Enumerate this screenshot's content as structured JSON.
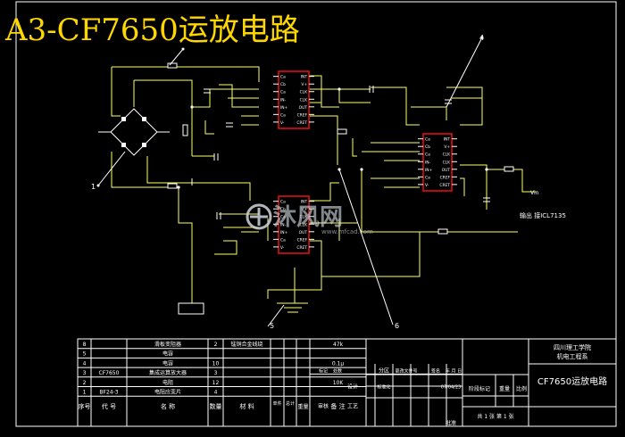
{
  "title": "A3-CF7650运放电路",
  "callouts": [
    "1",
    "4",
    "5",
    "6"
  ],
  "labels": {
    "output_note": "输出 接ICL7135",
    "vin": "Vin"
  },
  "chips": {
    "top": {
      "left_pins": [
        "Ca",
        "Cb",
        "Ca",
        "IN-",
        "IN+",
        "Ca",
        "V-"
      ],
      "right_pins": [
        "INT",
        "V+",
        "CLK",
        "CLK",
        "OUT",
        "CREF",
        "CRET"
      ]
    },
    "right": {
      "left_pins": [
        "Ca",
        "Cb",
        "Ca",
        "IN-",
        "IN+",
        "Ca",
        "V-"
      ],
      "right_pins": [
        "INT",
        "V+",
        "CLK",
        "CLK",
        "OUT",
        "CREF",
        "CRET"
      ]
    },
    "bottom": {
      "left_pins": [
        "Ca",
        "Cb",
        "Ca",
        "IN-",
        "IN+",
        "Ca",
        "V-"
      ],
      "right_pins": [
        "INT",
        "V+",
        "CLK",
        "CLK",
        "OUT",
        "CREF",
        "CRET"
      ]
    }
  },
  "watermark": {
    "brand": "沐风网",
    "url": "www.mfcad.com"
  },
  "title_block": {
    "rows": [
      {
        "no": "8",
        "code": "",
        "name": "滑板变阻器",
        "qty": "2",
        "material": "锰铜合金线绕",
        "note": "47k"
      },
      {
        "no": "5",
        "code": "",
        "name": "电容",
        "qty": "",
        "material": "",
        "note": ""
      },
      {
        "no": "4",
        "code": "",
        "name": "电容",
        "qty": "10",
        "material": "",
        "note": "0.1μ"
      },
      {
        "no": "3",
        "code": "CF7650",
        "name": "集成运算放大器",
        "qty": "3",
        "material": "",
        "note": ""
      },
      {
        "no": "2",
        "code": "",
        "name": "电阻",
        "qty": "12",
        "material": "",
        "note": "10K"
      },
      {
        "no": "1",
        "code": "BF24-3",
        "name": "电阻应变片",
        "qty": "4",
        "material": "",
        "note": ""
      }
    ],
    "header": {
      "no": "序号",
      "code": "代  号",
      "name": "名  称",
      "qty": "数量",
      "material": "材  料",
      "single": "单件",
      "total": "总计",
      "weight": "重量",
      "note": "备 注"
    },
    "mid": {
      "mark": "标记",
      "count": "处数",
      "zone": "分区",
      "doc_no": "更改文件号",
      "sign": "签名",
      "date": "年 月 日",
      "design": "设计",
      "std": "标准化",
      "date2": "07/04/23",
      "audit": "审核",
      "process": "工艺",
      "approve": "批准"
    },
    "stage": {
      "stage_mark": "阶段标记",
      "weight": "重量",
      "scale": "比例",
      "sheets": "共 1 张  第 1 张"
    },
    "school": "四川理工学院",
    "dept": "机电工程系",
    "drawing_title": "CF7650运放电路"
  }
}
